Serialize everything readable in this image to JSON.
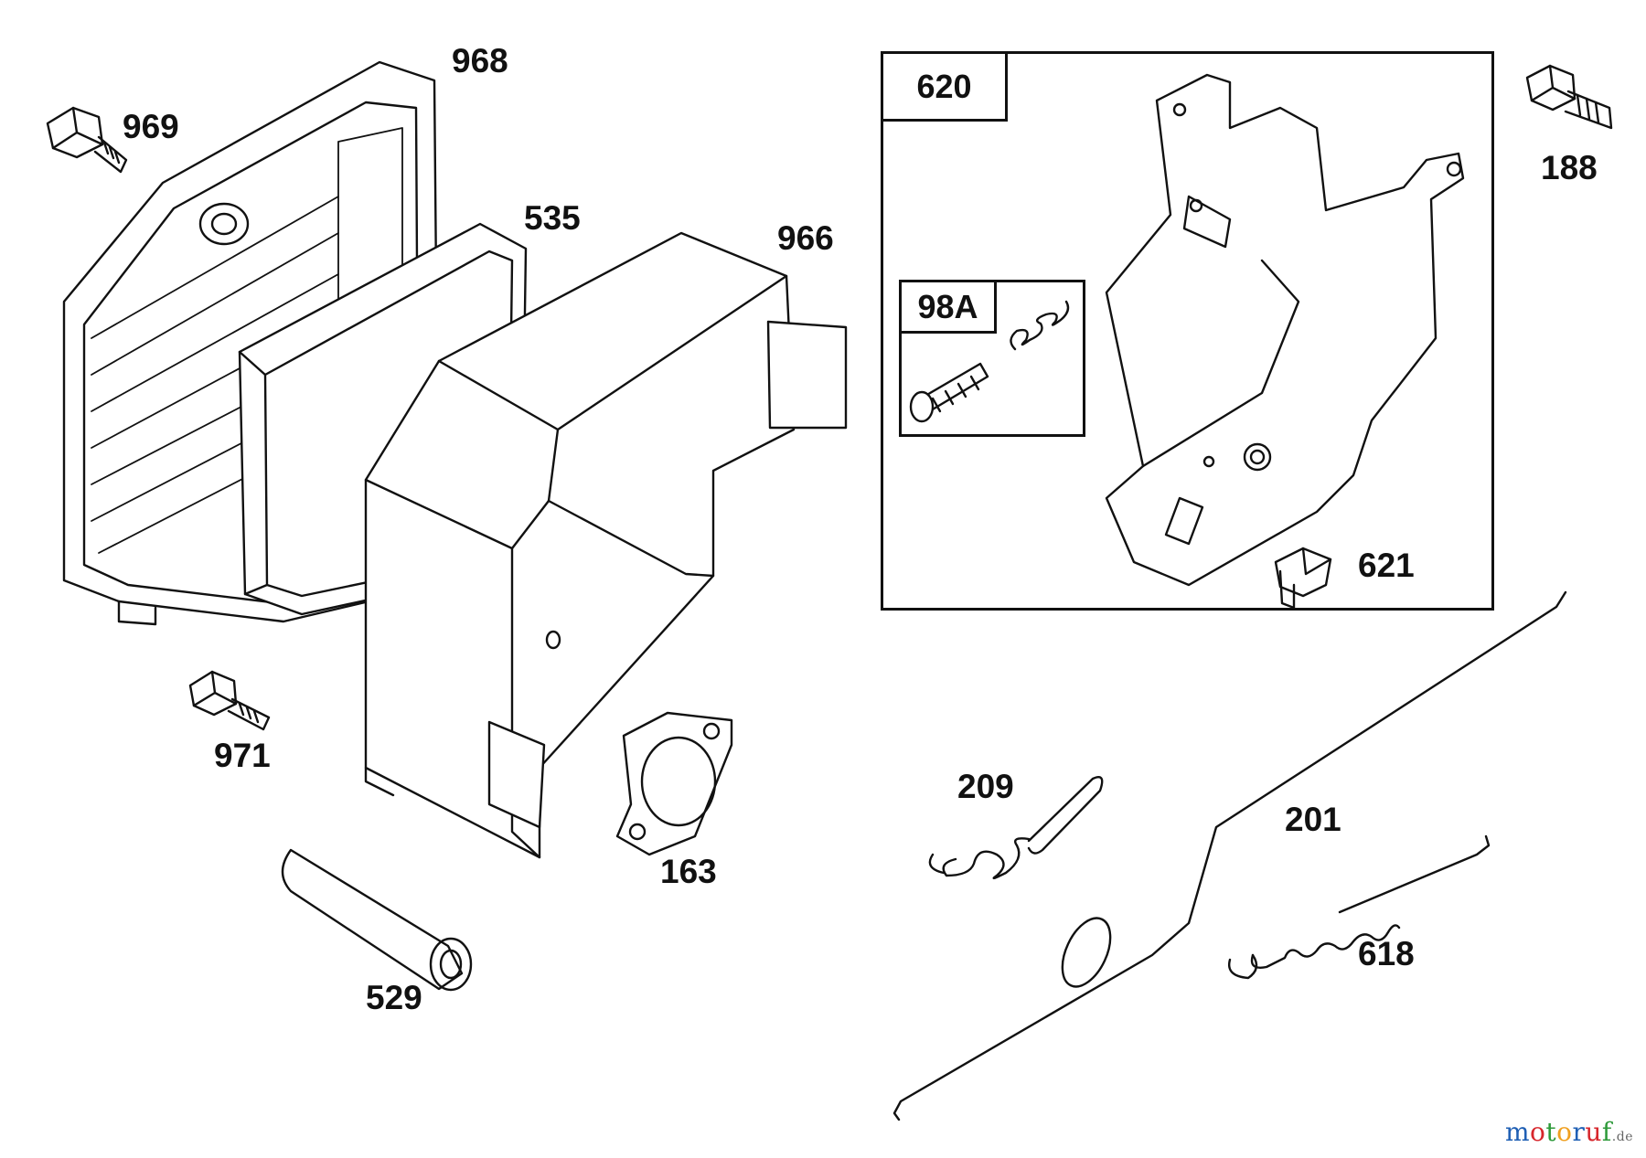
{
  "diagram": {
    "part_labels": {
      "p968": "968",
      "p969": "969",
      "p535": "535",
      "p966": "966",
      "p971": "971",
      "p163": "163",
      "p529": "529",
      "p188": "188",
      "p621": "621",
      "p209": "209",
      "p201": "201",
      "p618": "618"
    },
    "boxes": {
      "governor_box": "620",
      "screw_spring_box": "98A"
    }
  },
  "watermark": {
    "letters": [
      "m",
      "o",
      "t",
      "o",
      "r",
      "u",
      "f"
    ],
    "letter_colors": [
      "#1f5fb4",
      "#d7262c",
      "#2e9a3a",
      "#f0a020",
      "#1f5fb4",
      "#d7262c",
      "#2e9a3a"
    ],
    "suffix": ".de"
  }
}
